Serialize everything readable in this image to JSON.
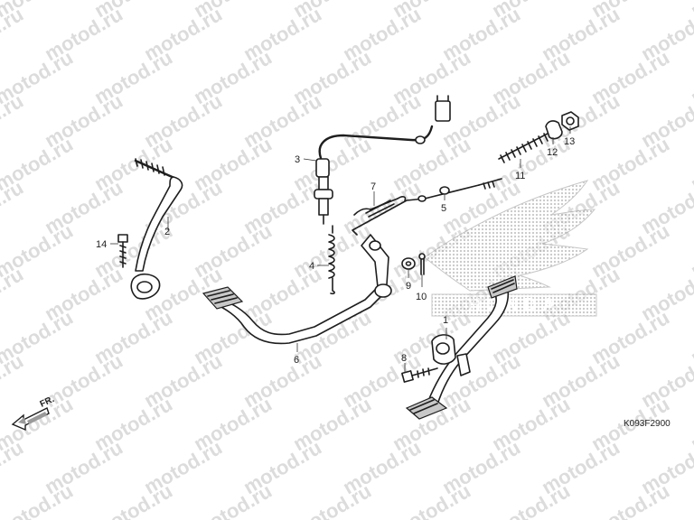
{
  "watermark": {
    "text": "motod.ru"
  },
  "diagram_code": "K093F2900",
  "direction_label": "FR.",
  "brand_logo": "HONDA",
  "callouts": [
    {
      "id": "1",
      "label": "1"
    },
    {
      "id": "2",
      "label": "2"
    },
    {
      "id": "3",
      "label": "3"
    },
    {
      "id": "4",
      "label": "4"
    },
    {
      "id": "5",
      "label": "5"
    },
    {
      "id": "6",
      "label": "6"
    },
    {
      "id": "7",
      "label": "7"
    },
    {
      "id": "8",
      "label": "8"
    },
    {
      "id": "9",
      "label": "9"
    },
    {
      "id": "10",
      "label": "10"
    },
    {
      "id": "11",
      "label": "11"
    },
    {
      "id": "12",
      "label": "12"
    },
    {
      "id": "13",
      "label": "13"
    },
    {
      "id": "14",
      "label": "14"
    }
  ]
}
